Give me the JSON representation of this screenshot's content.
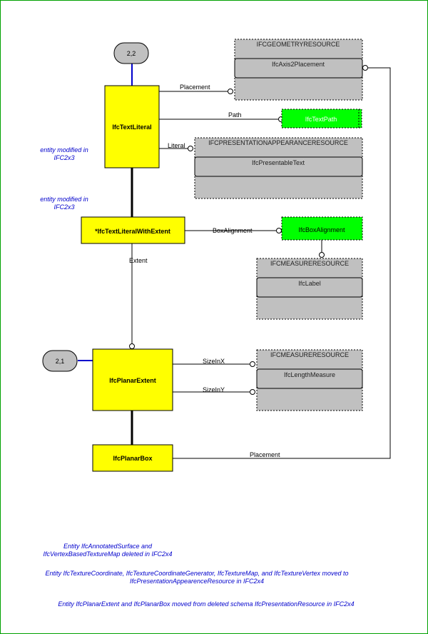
{
  "page_refs": {
    "top": "2,2",
    "left": "2,1"
  },
  "entities": {
    "text_literal": "IfcTextLiteral",
    "text_literal_with_extent": "*IfcTextLiteralWithExtent",
    "planar_extent": "IfcPlanarExtent",
    "planar_box": "IfcPlanarBox"
  },
  "types": {
    "text_path": "IfcTextPath",
    "box_alignment": "IfcBoxAlignment"
  },
  "schemas": {
    "geometry": {
      "title": "IFCGEOMETRYRESOURCE",
      "item": "IfcAxis2Placement"
    },
    "presentation_appearance": {
      "title": "IFCPRESENTATIONAPPEARANCERESOURCE",
      "item": "IfcPresentableText"
    },
    "measure_label": {
      "title": "IFCMEASURERESOURCE",
      "item": "IfcLabel"
    },
    "measure_length": {
      "title": "IFCMEASURERESOURCE",
      "item": "IfcLengthMeasure"
    }
  },
  "relations": {
    "placement_top": "Placement",
    "path": "Path",
    "literal": "Literal",
    "box_alignment": "BoxAlignment",
    "extent": "Extent",
    "size_in_x": "SizeInX",
    "size_in_y": "SizeInY",
    "placement_box": "Placement"
  },
  "notes": {
    "modified_1_line1": "entity modified in",
    "modified_1_line2": "IFC2x3",
    "modified_2_line1": "entity modified in",
    "modified_2_line2": "IFC2x3",
    "deleted_line1": "Entity IfcAnnotatedSurface and",
    "deleted_line2": "IfcVertexBasedTextureMap deleted in IFC2x4",
    "moved_line1": "Entity IfcTextureCoordinate, IfcTextureCoordinateGenerator, IfcTextureMap, and IfcTextureVertex moved to",
    "moved_line2": "IfcPresentationAppearenceResource in IFC2x4",
    "planar_line1": "Entity IfcPlanarExtent and IfcPlanarBox moved from deleted schema IfcPresentationResource in IFC2x4"
  },
  "colors": {
    "entity": "#ffff00",
    "defined_type": "#00ff00",
    "schema_box": "#c0c0c0",
    "note_text": "#0000cc",
    "page_ref": "#c0c0c0",
    "frame": "#00a000"
  }
}
